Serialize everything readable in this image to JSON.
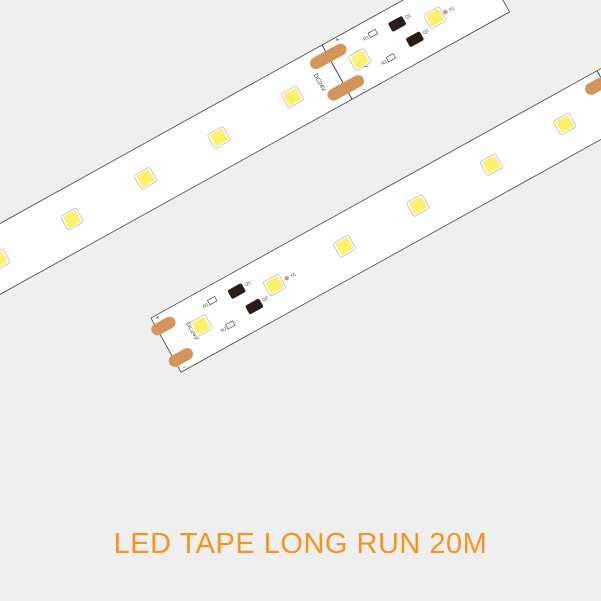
{
  "product_title": "LED TAPE LONG RUN 20M",
  "strip_labels": {
    "voltage": "DC24V",
    "plus": "+",
    "minus": "-",
    "r1": "R1",
    "r2": "R2",
    "q1": "Q1",
    "q2": "Q2",
    "tc": "TC"
  },
  "colors": {
    "title": "#f7931e",
    "pad": "#d4955a",
    "led": "#fdf16a",
    "background": "#eeefee"
  }
}
